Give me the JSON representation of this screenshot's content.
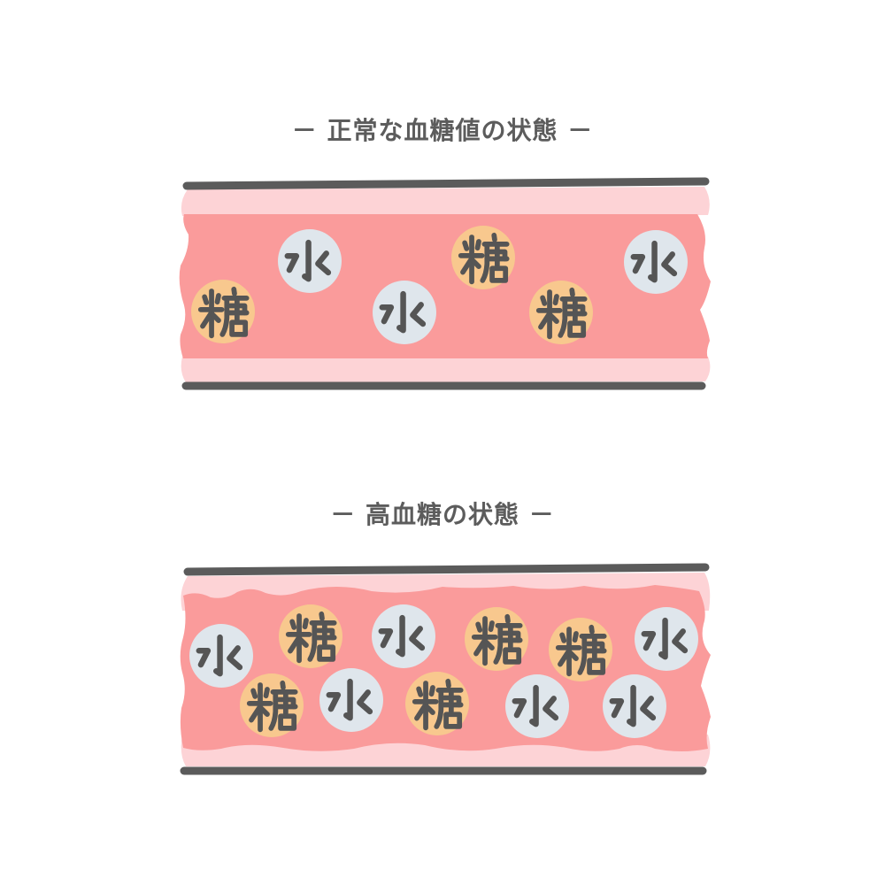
{
  "colors": {
    "background": "#FFFFFF",
    "vessel_wall": "#FDD3D6",
    "blood": "#FA9B9B",
    "vessel_line": "#5B5B5B",
    "sugar": "#F8C88E",
    "water": "#DFE6EC",
    "glyph": "#555555",
    "title": "#5C5C5C"
  },
  "panels": [
    {
      "title": "－ 正常な血糖値の状態 －",
      "particles": [
        {
          "type": "sugar",
          "label": "糖"
        },
        {
          "type": "water",
          "label": "水"
        },
        {
          "type": "water",
          "label": "水"
        },
        {
          "type": "sugar",
          "label": "糖"
        },
        {
          "type": "sugar",
          "label": "糖"
        },
        {
          "type": "water",
          "label": "水"
        }
      ],
      "counts": {
        "sugar": 3,
        "water": 3
      }
    },
    {
      "title": "－ 高血糖の状態 －",
      "particles": [
        {
          "type": "water",
          "label": "水"
        },
        {
          "type": "sugar",
          "label": "糖"
        },
        {
          "type": "water",
          "label": "水"
        },
        {
          "type": "sugar",
          "label": "糖"
        },
        {
          "type": "sugar",
          "label": "糖"
        },
        {
          "type": "water",
          "label": "水"
        },
        {
          "type": "sugar",
          "label": "糖"
        },
        {
          "type": "water",
          "label": "水"
        },
        {
          "type": "sugar",
          "label": "糖"
        },
        {
          "type": "water",
          "label": "水"
        },
        {
          "type": "water",
          "label": "水"
        }
      ],
      "counts": {
        "sugar": 5,
        "water": 6
      }
    }
  ]
}
